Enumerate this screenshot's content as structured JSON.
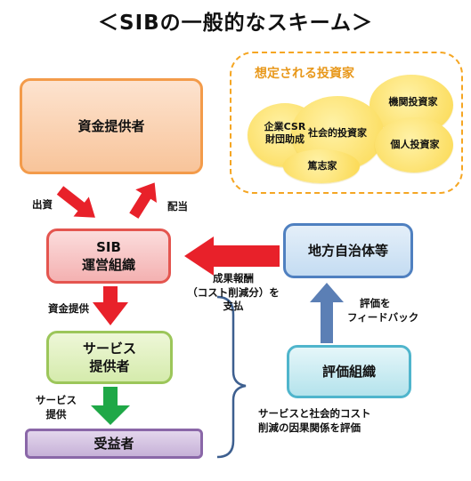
{
  "title": "＜SIBの一般的なスキーム＞",
  "boxes": {
    "funder": "資金提供者",
    "sib_line1": "SIB",
    "sib_line2": "運営組織",
    "provider_line1": "サービス",
    "provider_line2": "提供者",
    "beneficiary": "受益者",
    "local_gov": "地方自治体等",
    "evaluator": "評価組織"
  },
  "investors": {
    "title": "想定される投資家",
    "institutional": "機関投資家",
    "csr_line1": "企業CSR",
    "csr_line2": "財団助成",
    "social": "社会的投資家",
    "individual": "個人投資家",
    "philanthropist": "篤志家"
  },
  "labels": {
    "investment": "出資",
    "dividend": "配当",
    "funding": "資金提供",
    "service_line1": "サービス",
    "service_line2": "提供",
    "reward_line1": "成果報酬",
    "reward_line2": "（コスト削減分）を",
    "reward_line3": "支払",
    "feedback_line1": "評価を",
    "feedback_line2": "フィードバック",
    "evaluate_line1": "サービスと社会的コスト",
    "evaluate_line2": "削減の因果関係を評価"
  },
  "colors": {
    "red_arrow": "#e8212a",
    "green_arrow": "#1fa847",
    "blue_arrow": "#5b7fb5",
    "investor_orange": "#f5a623"
  }
}
